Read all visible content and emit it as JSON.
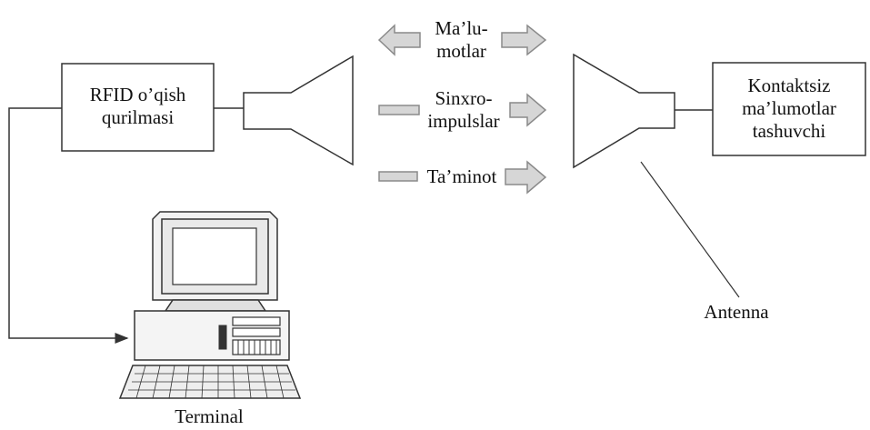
{
  "reader": {
    "label_line1": "RFID o’qish",
    "label_line2": "qurilmasi"
  },
  "carrier": {
    "label_line1": "Kontaktsiz",
    "label_line2": "ma’lumotlar",
    "label_line3": "tashuvchi"
  },
  "signals": {
    "data_line1": "Ma’lu-",
    "data_line2": "motlar",
    "sync_line1": "Sinxro-",
    "sync_line2": "impulslar",
    "power": "Ta’minot"
  },
  "antenna_label": "Antenna",
  "terminal_label": "Terminal",
  "colors": {
    "stroke": "#333333",
    "arrow_fill": "#d6d6d6",
    "arrow_stroke": "#8a8a8a",
    "background": "#ffffff"
  }
}
